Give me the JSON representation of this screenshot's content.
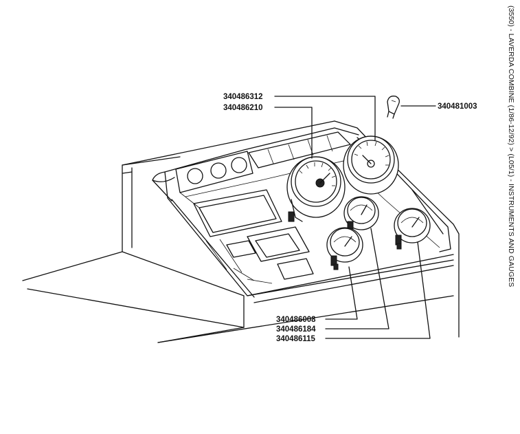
{
  "title": "(3550) - LAVERDA COMBINE (1/86-12/92) > (L05/1) - INSTRUMENTS AND GAUGES",
  "callouts": {
    "p312": "340486312",
    "p210": "340486210",
    "p003": "340481003",
    "p008": "340486008",
    "p184": "340486184",
    "p115": "340486115"
  }
}
